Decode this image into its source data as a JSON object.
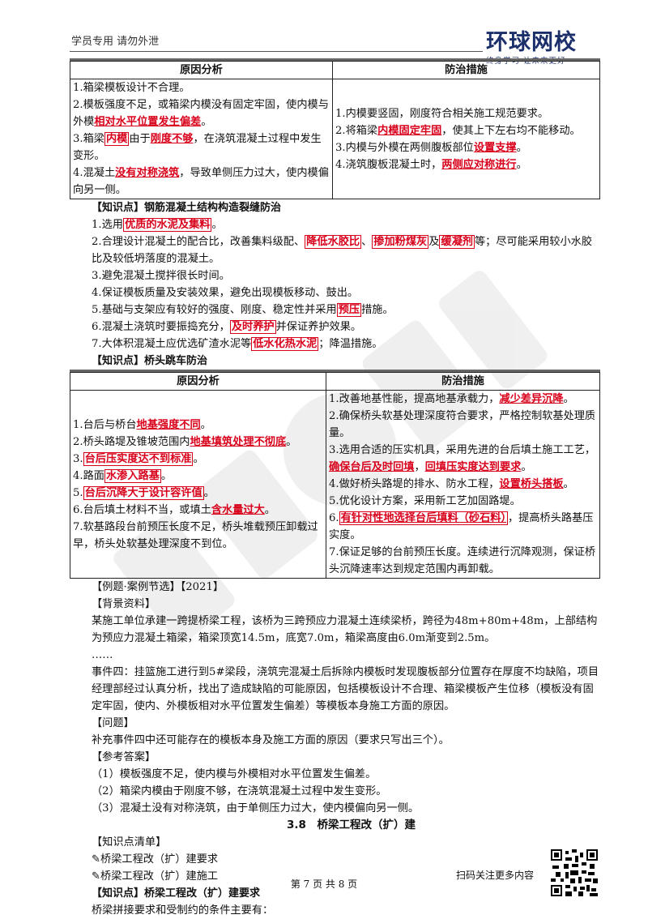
{
  "header": {
    "notice": "学员专用 请勿外泄",
    "brand": "环球网校",
    "slogan": "终身学习 让未来更好"
  },
  "table1": {
    "col1": "原因分析",
    "col2": "防治措施",
    "causes": [
      [
        "1.箱梁模板设计不合理。"
      ],
      [
        "2.模板强度不足，或箱梁内模没有固定牢固，使内模与外模",
        "相对水平位置发生偏差",
        "。"
      ],
      [
        "3.箱梁",
        "内模",
        "由于",
        "刚度不够",
        "，在浇筑混凝土过程中发生变形。"
      ],
      [
        "4.混凝土",
        "没有对称浇筑",
        "，导致单侧压力过大，使内模偏向另一侧。"
      ]
    ],
    "measures": [
      [
        "1.内模要竖固，刚度符合相关施工规范要求。"
      ],
      [
        "2.将箱梁",
        "内模固定牢固",
        "，使其上下左右均不能移动。"
      ],
      [
        "3.内模与外模在两侧腹板部位",
        "设置支撑",
        "。"
      ],
      [
        "4.浇筑腹板混凝土时，",
        "两侧应对称进行",
        "。"
      ]
    ]
  },
  "kp1": {
    "title": "【知识点】钢筋混凝土结构构造裂缝防治",
    "i1": [
      "1.选用",
      "优质的水泥及集料",
      "。"
    ],
    "i2": [
      "2.合理设计混凝土的配合比，改善集料级配、",
      "降低水胶比",
      "、",
      "掺加粉煤灰",
      "及",
      "缓凝剂",
      "等；尽可能采用较小水胶比及较低坍落度的混凝土。"
    ],
    "i3": "3.避免混凝土搅拌很长时间。",
    "i4": "4.保证模板质量及安装效果，避免出现模板移动、鼓出。",
    "i5": [
      "5.基础与支架应有较好的强度、刚度、稳定性并采用",
      "预压",
      "措施。"
    ],
    "i6": [
      "6.混凝土浇筑时要振捣充分，",
      "及时养护",
      "并保证养护效果。"
    ],
    "i7": [
      "7.大体积混凝土应优选矿渣水泥等",
      "低水化热水泥",
      "；降温措施。"
    ]
  },
  "kp2": {
    "title": "【知识点】桥头跳车防治"
  },
  "table2": {
    "col1": "原因分析",
    "col2": "防治措施",
    "causes": [
      [
        "1.台后与桥台",
        "地基强度不同",
        "。"
      ],
      [
        "2.桥头路堤及锥坡范围内",
        "地基填筑处理不彻底",
        "。"
      ],
      [
        "3.",
        "台后压实度达不到标准",
        "。"
      ],
      [
        "4.路面",
        "水渗入路基",
        "。"
      ],
      [
        "5.",
        "台后沉降大于设计容许值",
        "。"
      ],
      [
        "6.台后填土材料不当，或填土",
        "含水量过大",
        "。"
      ],
      [
        "7.软基路段台前预压长度不足，桥头堆载预压卸载过早，桥头处软基处理深度不到位。"
      ]
    ],
    "measures": [
      [
        "1.改善地基性能，提高地基承载力，",
        "减少差异沉降",
        "。"
      ],
      [
        "2.确保桥头软基处理深度符合要求，严格控制软基处理质量。"
      ],
      [
        "3.选用合适的压实机具，采用先进的台后填土施工工艺，",
        "确保台后及时回填",
        "，",
        "回填压实度达到要求",
        "。"
      ],
      [
        "4.做好桥头路堤的排水、防水工程，",
        "设置桥头搭板",
        "。"
      ],
      [
        "5.优化设计方案，采用新工艺加固路堤。"
      ],
      [
        "6.",
        "有针对性地选择台后填料（砂石料）",
        "，提高桥头路基压实度。"
      ],
      [
        "7.保证足够的台前预压长度。连续进行沉降观测，保证桥头沉降速率达到规定范围内再卸载。"
      ]
    ]
  },
  "example": {
    "tag": "【例题·案例节选】【2021】",
    "bg_title": "【背景资料】",
    "bg": "某施工单位承建一跨提桥梁工程，该桥为三跨预应力混凝土连续梁桥，跨径为48m+80m+48m，上部结构为预应力混凝土箱梁，箱梁顶宽14.5m，底宽7.0m，箱梁高度由6.0m渐变到2.5m。",
    "ellipsis": "……",
    "event": "事件四：挂篮施工进行到5#梁段，浇筑完混凝土后拆除内模板时发现腹板部分位置存在厚度不均缺陷，项目经理部经过认真分析，找出了造成缺陷的可能原因，包括模板设计不合理、箱梁模板产生位移（模板没有固定牢固，使内、外模板相对水平位置发生偏差）等模板本身施工方面的原因。",
    "q_title": "【问题】",
    "q": "补充事件四中还可能存在的模板本身及施工方面的原因（要求只写出三个）。",
    "a_title": "【参考答案】",
    "a1": "（1）模板强度不足，使内模与外模相对水平位置发生偏差。",
    "a2": "（2）箱梁内模由于刚度不够，在浇筑混凝土过程中发生变形。",
    "a3": "（3）混凝土没有对称浇筑，由于单侧压力过大，使内模偏向另一侧。"
  },
  "section": {
    "title": "3.8　桥梁工程改（扩）建",
    "list_title": "【知识点清单】",
    "list": [
      "✎桥梁工程改（扩）建要求",
      "✎桥梁工程改（扩）建施工"
    ],
    "kp_title": "【知识点】桥梁工程改（扩）建要求",
    "last": "桥梁拼接要求和受制约的条件主要有："
  },
  "footer": {
    "page": "第 7 页 共 8 页",
    "qr_label": "扫码关注更多内容"
  }
}
